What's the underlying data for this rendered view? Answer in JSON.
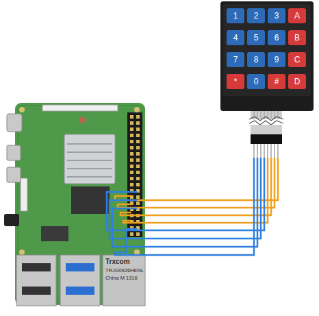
{
  "diagram": {
    "nodes": [
      {
        "text": [
          "1"
        ]
      },
      {
        "text": [
          "2"
        ]
      },
      {
        "text": [
          "3"
        ]
      },
      {
        "text": [
          "A"
        ]
      },
      {
        "text": [
          "4"
        ]
      },
      {
        "text": [
          "5"
        ]
      },
      {
        "text": [
          "6"
        ]
      },
      {
        "text": [
          "B"
        ]
      },
      {
        "text": [
          "7"
        ]
      },
      {
        "text": [
          "8"
        ]
      },
      {
        "text": [
          "9"
        ]
      },
      {
        "text": [
          "C"
        ]
      },
      {
        "text": [
          "*"
        ]
      },
      {
        "text": [
          "0"
        ]
      },
      {
        "text": [
          "#"
        ]
      },
      {
        "text": [
          "D"
        ]
      }
    ],
    "labels": [
      "Trxcom",
      "TRJG0926HENL",
      "China M 1916"
    ]
  }
}
